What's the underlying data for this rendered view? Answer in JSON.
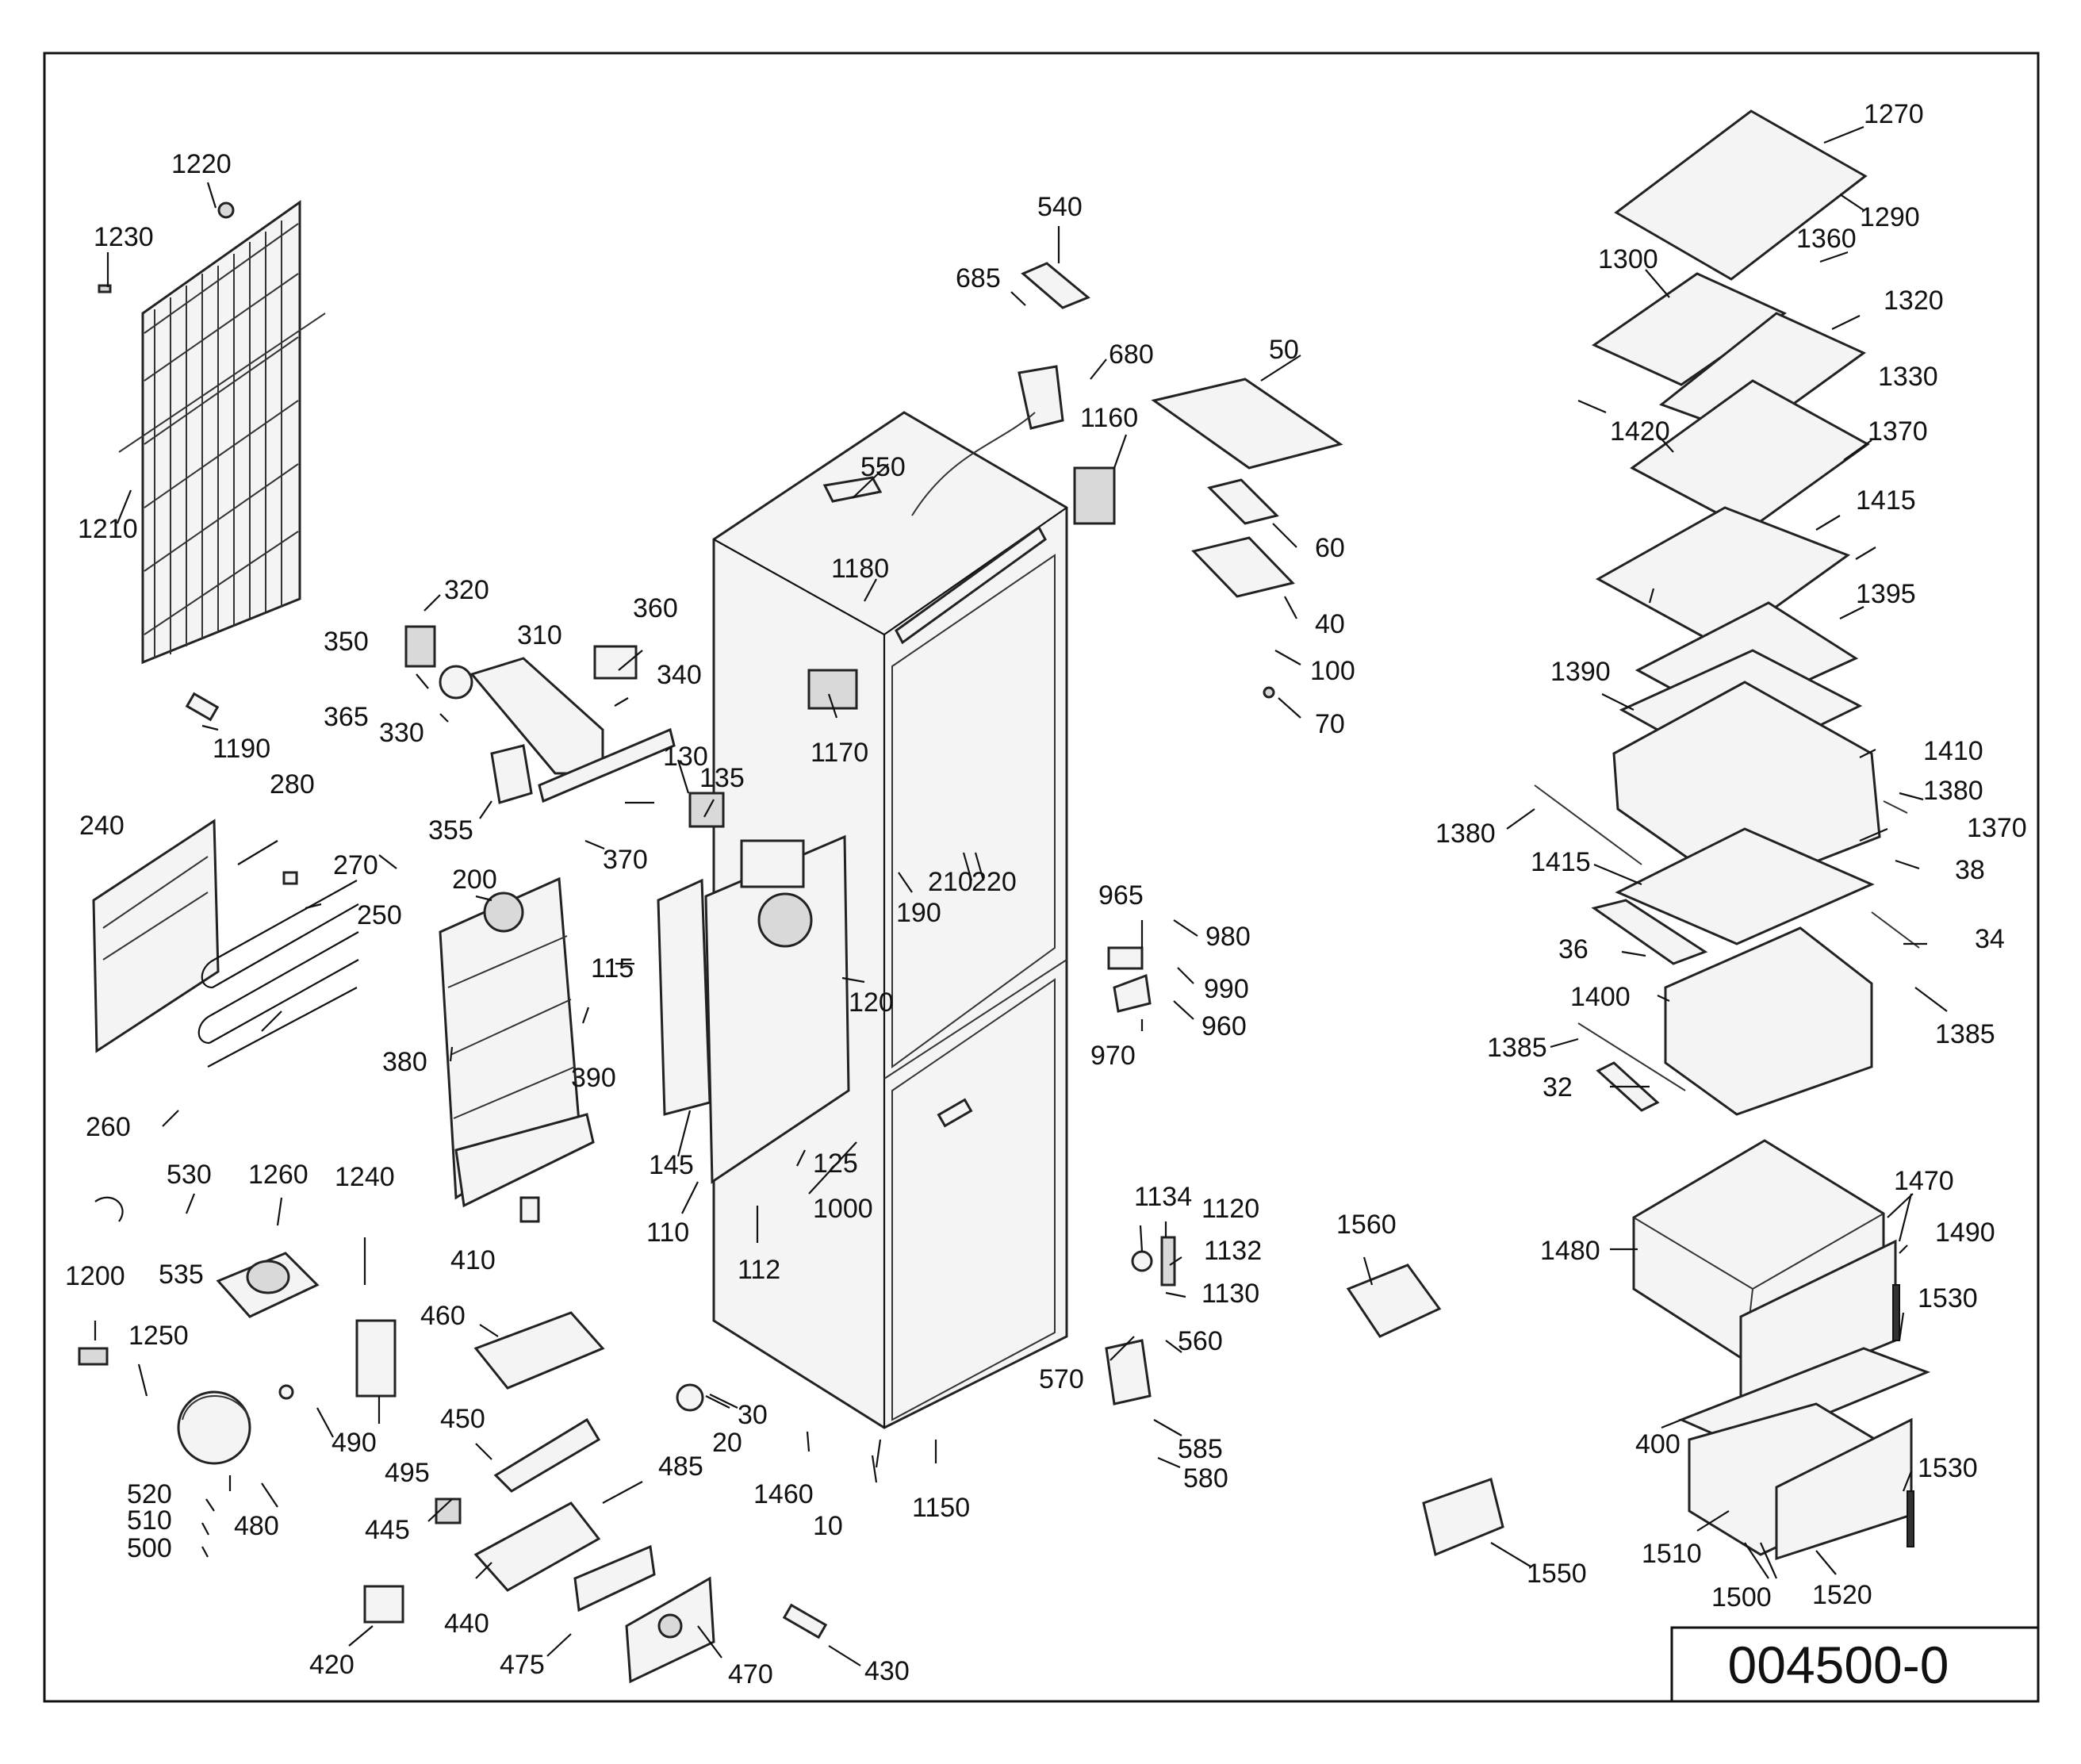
{
  "drawing_number": "004500-0",
  "labels": [
    "1220",
    "1230",
    "1210",
    "1190",
    "540",
    "685",
    "680",
    "1160",
    "50",
    "60",
    "40",
    "100",
    "70",
    "550",
    "1180",
    "1170",
    "320",
    "350",
    "310",
    "360",
    "365",
    "330",
    "340",
    "355",
    "130",
    "135",
    "370",
    "280",
    "240",
    "270",
    "250",
    "200",
    "380",
    "390",
    "115",
    "120",
    "190",
    "210",
    "220",
    "145",
    "110",
    "125",
    "1000",
    "112",
    "260",
    "530",
    "535",
    "1260",
    "1240",
    "1200",
    "1250",
    "410",
    "460",
    "450",
    "495",
    "490",
    "480",
    "520",
    "510",
    "500",
    "485",
    "445",
    "440",
    "420",
    "475",
    "470",
    "430",
    "20",
    "30",
    "1460",
    "10",
    "1150",
    "965",
    "980",
    "990",
    "960",
    "970",
    "1134",
    "1120",
    "1132",
    "1130",
    "570",
    "560",
    "585",
    "580",
    "1560",
    "1550",
    "1270",
    "1290",
    "1360",
    "1300",
    "1320",
    "1330",
    "1420",
    "1370",
    "1415",
    "1395",
    "1390",
    "1410",
    "1380",
    "38",
    "34",
    "36",
    "1400",
    "1385",
    "32",
    "1470",
    "1480",
    "1490",
    "1530",
    "400",
    "1510",
    "1500",
    "1520"
  ]
}
